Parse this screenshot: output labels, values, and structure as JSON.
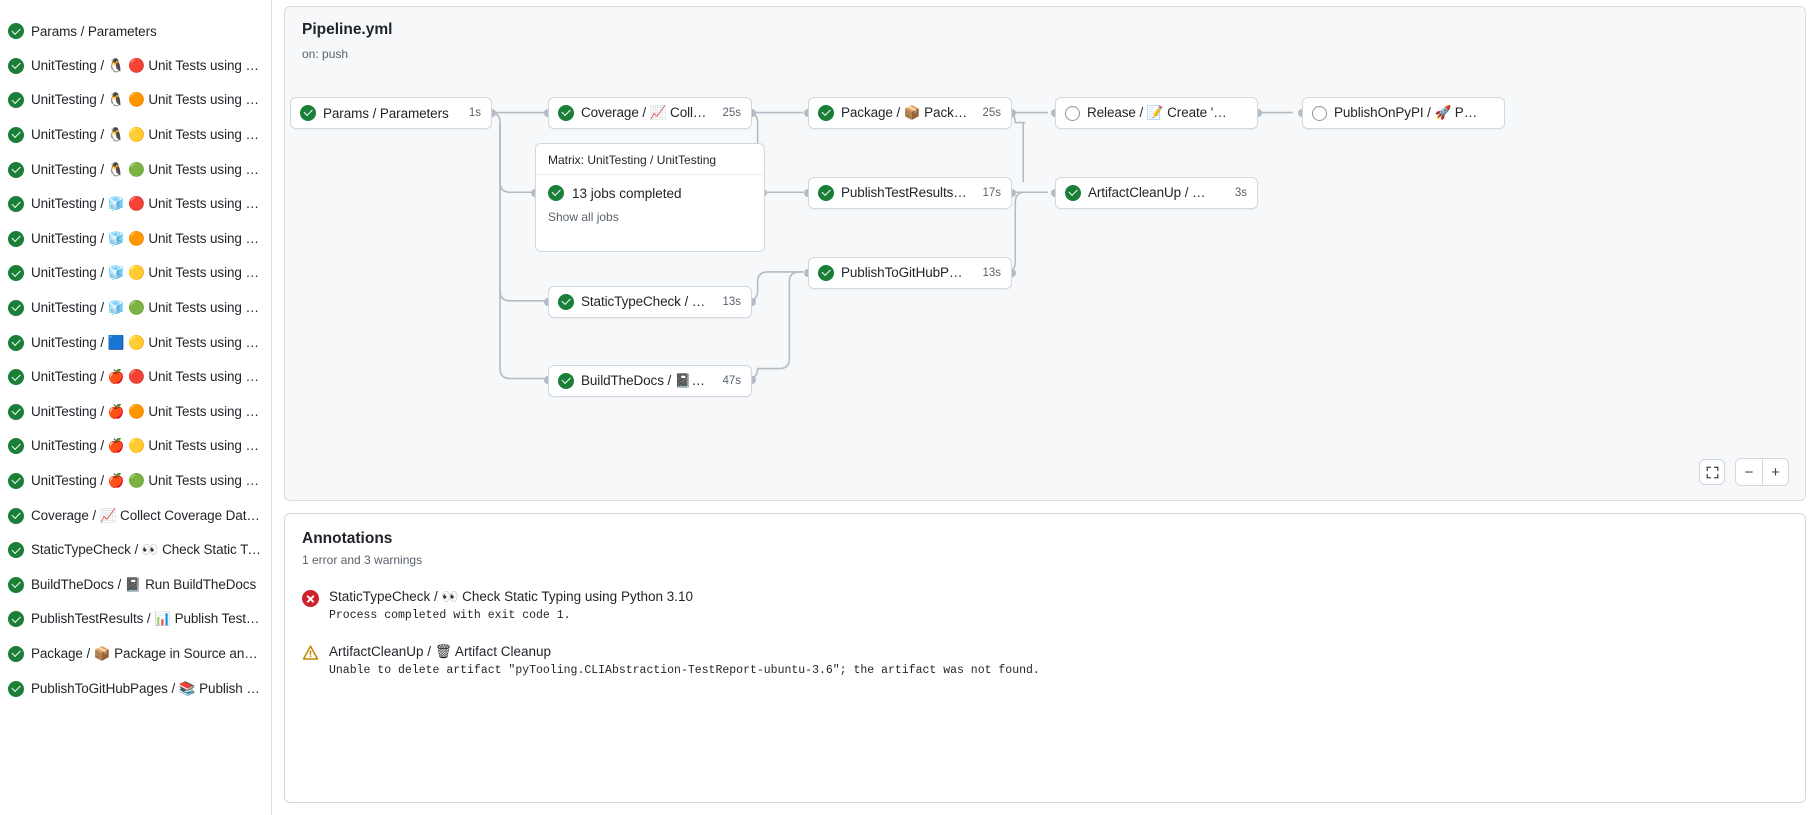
{
  "sidebar": {
    "jobs": [
      {
        "status": "success",
        "name": "Params / Parameters",
        "icons": []
      },
      {
        "status": "success",
        "name": "UnitTesting / ",
        "icons": [
          "🐧",
          "🔴"
        ],
        "suffix": "Unit Tests using Pyth…"
      },
      {
        "status": "success",
        "name": "UnitTesting / ",
        "icons": [
          "🐧",
          "🟠"
        ],
        "suffix": "Unit Tests using Pyth…"
      },
      {
        "status": "success",
        "name": "UnitTesting / ",
        "icons": [
          "🐧",
          "🟡"
        ],
        "suffix": "Unit Tests using Pyth…"
      },
      {
        "status": "success",
        "name": "UnitTesting / ",
        "icons": [
          "🐧",
          "🟢"
        ],
        "suffix": "Unit Tests using Pyth…"
      },
      {
        "status": "success",
        "name": "UnitTesting / ",
        "icons": [
          "🧊",
          "🔴"
        ],
        "suffix": "Unit Tests using Pyth…"
      },
      {
        "status": "success",
        "name": "UnitTesting / ",
        "icons": [
          "🧊",
          "🟠"
        ],
        "suffix": "Unit Tests using Pyth…"
      },
      {
        "status": "success",
        "name": "UnitTesting / ",
        "icons": [
          "🧊",
          "🟡"
        ],
        "suffix": "Unit Tests using Pyth…"
      },
      {
        "status": "success",
        "name": "UnitTesting / ",
        "icons": [
          "🧊",
          "🟢"
        ],
        "suffix": "Unit Tests using Pyth…"
      },
      {
        "status": "success",
        "name": "UnitTesting / ",
        "icons": [
          "🟦",
          "🟡"
        ],
        "suffix": "Unit Tests using Pyth…"
      },
      {
        "status": "success",
        "name": "UnitTesting / ",
        "icons": [
          "🍎",
          "🔴"
        ],
        "suffix": "Unit Tests using Pyth…"
      },
      {
        "status": "success",
        "name": "UnitTesting / ",
        "icons": [
          "🍎",
          "🟠"
        ],
        "suffix": "Unit Tests using Pyth…"
      },
      {
        "status": "success",
        "name": "UnitTesting / ",
        "icons": [
          "🍎",
          "🟡"
        ],
        "suffix": "Unit Tests using Pyth…"
      },
      {
        "status": "success",
        "name": "UnitTesting / ",
        "icons": [
          "🍎",
          "🟢"
        ],
        "suffix": "Unit Tests using Pyth…"
      },
      {
        "status": "success",
        "name": "Coverage / ",
        "icons": [
          "📈"
        ],
        "suffix": "Collect Coverage Data usi…"
      },
      {
        "status": "success",
        "name": "StaticTypeCheck / ",
        "icons": [
          "👀"
        ],
        "suffix": "Check Static Typing…"
      },
      {
        "status": "success",
        "name": "BuildTheDocs / ",
        "icons": [
          "📓"
        ],
        "suffix": "Run BuildTheDocs"
      },
      {
        "status": "success",
        "name": "PublishTestResults / ",
        "icons": [
          "📊"
        ],
        "suffix": "Publish Test Resu…"
      },
      {
        "status": "success",
        "name": "Package / ",
        "icons": [
          "📦"
        ],
        "suffix": "Package in Source and Wh…"
      },
      {
        "status": "success",
        "name": "PublishToGitHubPages / ",
        "icons": [
          "📚"
        ],
        "suffix": "Publish to G…"
      }
    ]
  },
  "graph": {
    "title": "Pipeline.yml",
    "subtitle": "on: push",
    "nodes": [
      {
        "id": "params",
        "status": "success",
        "label": "Params / Parameters",
        "time": "1s"
      },
      {
        "id": "coverage",
        "status": "success",
        "label": "Coverage / 📈 Collect Cove…",
        "time": "25s"
      },
      {
        "id": "package",
        "status": "success",
        "label": "Package / 📦 Package in So…",
        "time": "25s"
      },
      {
        "id": "release",
        "status": "pending",
        "label": "Release / 📝 Create 'Release P…",
        "time": ""
      },
      {
        "id": "publishpypi",
        "status": "pending",
        "label": "PublishOnPyPI / 🚀 Publish to …",
        "time": ""
      },
      {
        "id": "testresults",
        "status": "success",
        "label": "PublishTestResults / 📊 Pu…",
        "time": "17s"
      },
      {
        "id": "artifactclean",
        "status": "success",
        "label": "ArtifactCleanUp / 🗑 Artifac…",
        "time": "3s"
      },
      {
        "id": "ghpages",
        "status": "success",
        "label": "PublishToGitHubPages / 📚 …",
        "time": "13s"
      },
      {
        "id": "statictype",
        "status": "success",
        "label": "StaticTypeCheck / 👀 Chec…",
        "time": "13s"
      },
      {
        "id": "builddocs",
        "status": "success",
        "label": "BuildTheDocs / 📓 Run Buil…",
        "time": "47s"
      }
    ],
    "matrix": {
      "header": "Matrix: UnitTesting / UnitTesting",
      "status": "success",
      "summary": "13 jobs completed",
      "link": "Show all jobs"
    },
    "controls": {
      "fullscreen": "fullscreen-icon",
      "zoom_out": "−",
      "zoom_in": "+"
    }
  },
  "annotations": {
    "title": "Annotations",
    "summary": "1 error and 3 warnings",
    "items": [
      {
        "severity": "error",
        "job": "StaticTypeCheck / ",
        "emoji": "👀",
        "step": "Check Static Typing using Python 3.10",
        "message": "Process completed with exit code 1."
      },
      {
        "severity": "warning",
        "job": "ArtifactCleanUp / ",
        "emoji": "🗑",
        "step": "Artifact Cleanup",
        "message": "Unable to delete artifact \"pyTooling.CLIAbstraction-TestReport-ubuntu-3.6\"; the artifact was not found."
      }
    ]
  },
  "colors": {
    "success": "#1a7f37",
    "error": "#cf222e",
    "warning": "#bf8700",
    "link": "#0969da",
    "muted": "#59636e",
    "border": "#d1d9e0",
    "canvas_bg": "#f6f8fa"
  }
}
